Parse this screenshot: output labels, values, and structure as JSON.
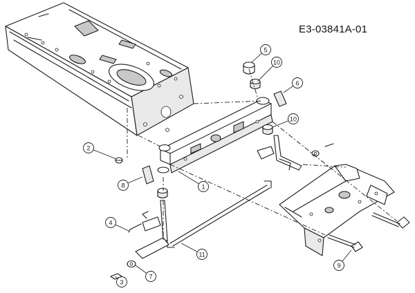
{
  "drawing_code": "E3-03841A-01",
  "callouts": [
    {
      "label": "1"
    },
    {
      "label": "2"
    },
    {
      "label": "3"
    },
    {
      "label": "4"
    },
    {
      "label": "5"
    },
    {
      "label": "6"
    },
    {
      "label": "7"
    },
    {
      "label": "8"
    },
    {
      "label": "9"
    },
    {
      "label": "10"
    },
    {
      "label": "10"
    },
    {
      "label": "11"
    }
  ]
}
